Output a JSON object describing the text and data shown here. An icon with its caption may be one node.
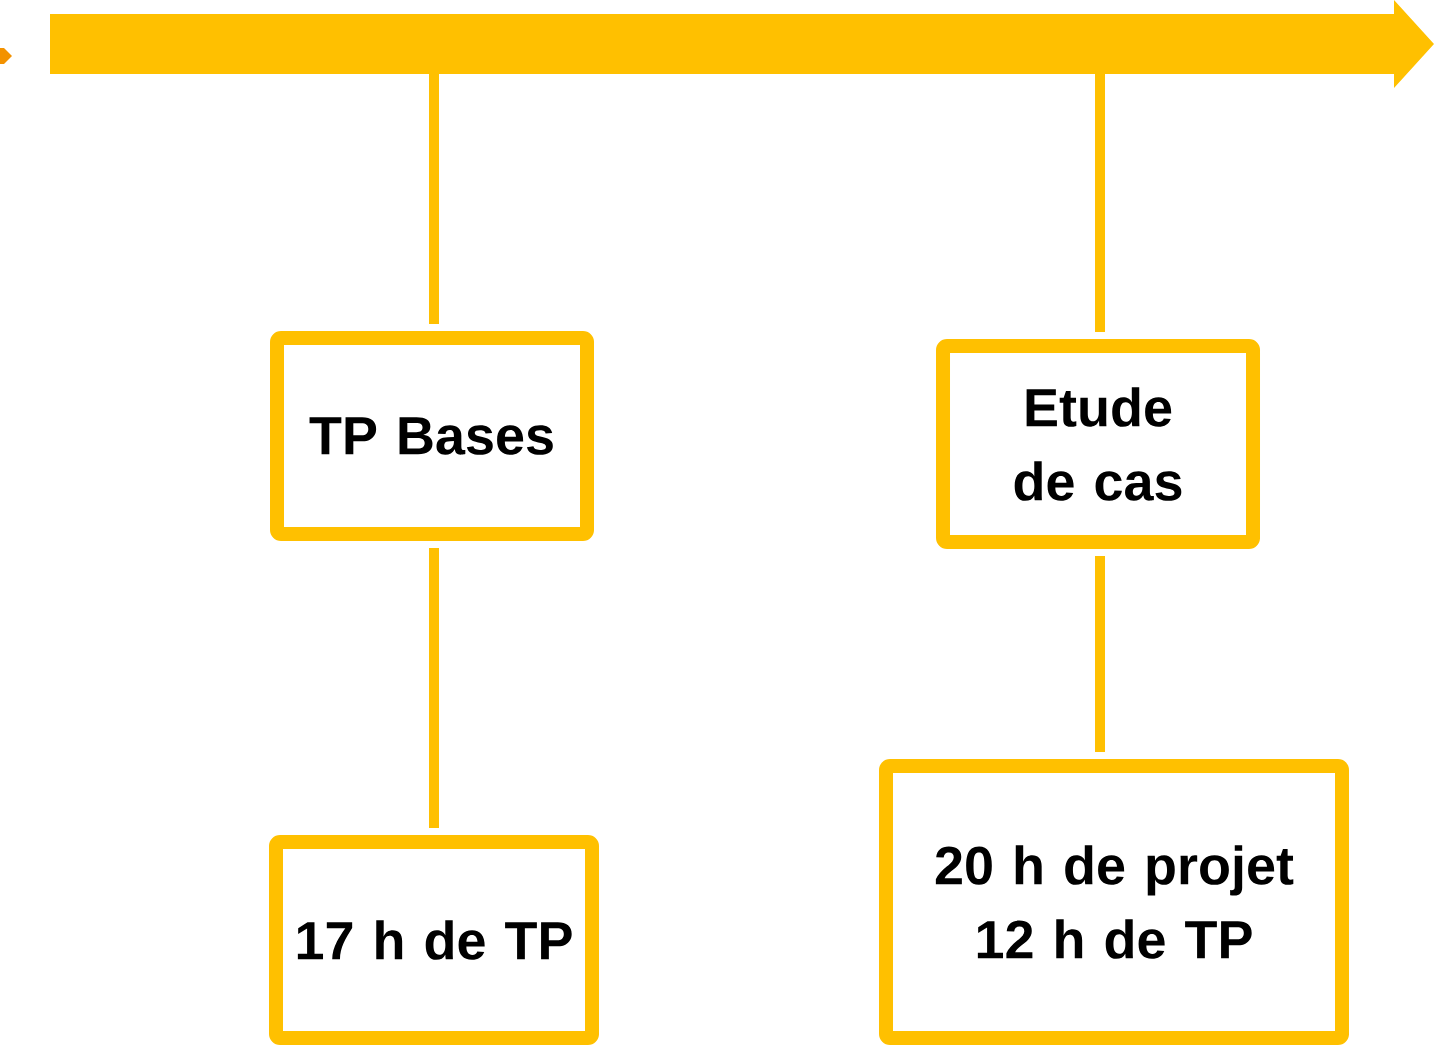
{
  "diagram": {
    "nodes": [
      {
        "text": [],
        "shape": "bar"
      },
      {
        "text": [
          "TP Bases"
        ]
      },
      {
        "text": [
          "17 h de TP"
        ]
      },
      {
        "text": [
          "Etude de cas"
        ]
      },
      {
        "text": [
          "20 h de projet 12 h de TP"
        ]
      }
    ],
    "edges": [
      {
        "from": 0,
        "to": 1,
        "arrow": "none"
      },
      {
        "from": 1,
        "to": 2,
        "arrow": "none"
      },
      {
        "from": 0,
        "to": 3,
        "arrow": "none"
      },
      {
        "from": 3,
        "to": 4,
        "arrow": "none"
      }
    ]
  }
}
